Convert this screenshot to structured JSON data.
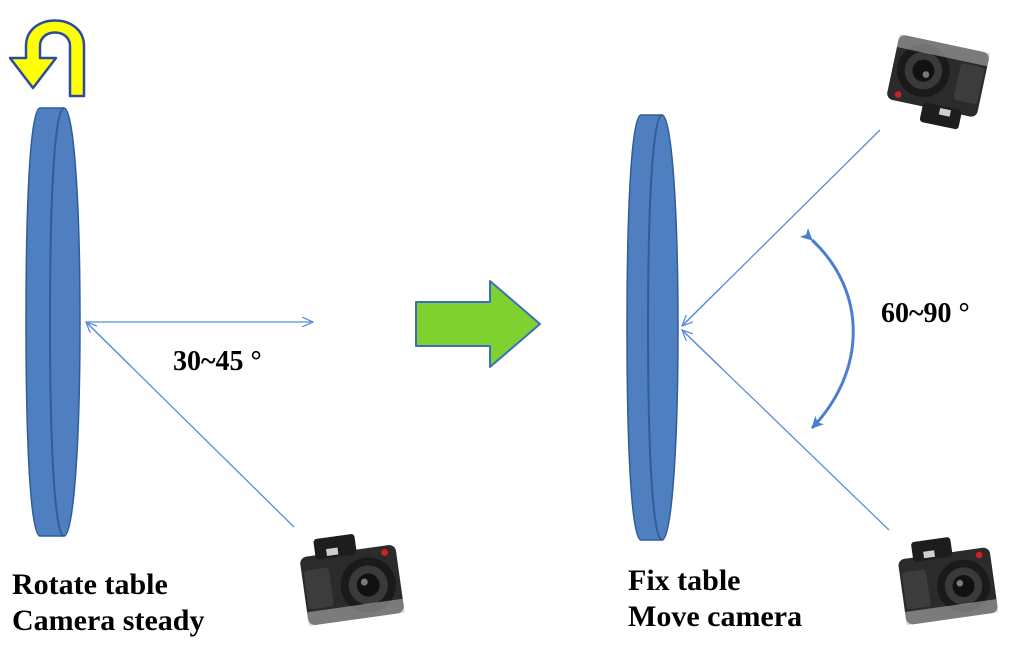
{
  "left_panel": {
    "caption_line1": "Rotate table",
    "caption_line2": "Camera steady",
    "angle_label": "30~45 °"
  },
  "right_panel": {
    "caption_line1": "Fix table",
    "caption_line2": "Move camera",
    "angle_label": "60~90 °"
  },
  "colors": {
    "table_fill": "#4f7fc1",
    "table_edge": "#2f5e96",
    "sight_line": "#5b8ed6",
    "angle_arc": "#4a7fd0",
    "rotate_arrow_fill": "#ffff00",
    "rotate_arrow_edge": "#2c4aa0",
    "transition_arrow_fill": "#7fd12f",
    "transition_arrow_edge": "#3a6fc0",
    "camera_body": "#2b2b2b",
    "camera_face": "#d8d8d8",
    "text": "#000000"
  },
  "icons": {
    "rotation": "curved-rotate-arrow-icon",
    "transition": "right-arrow-icon",
    "camera": "camera-icon"
  }
}
